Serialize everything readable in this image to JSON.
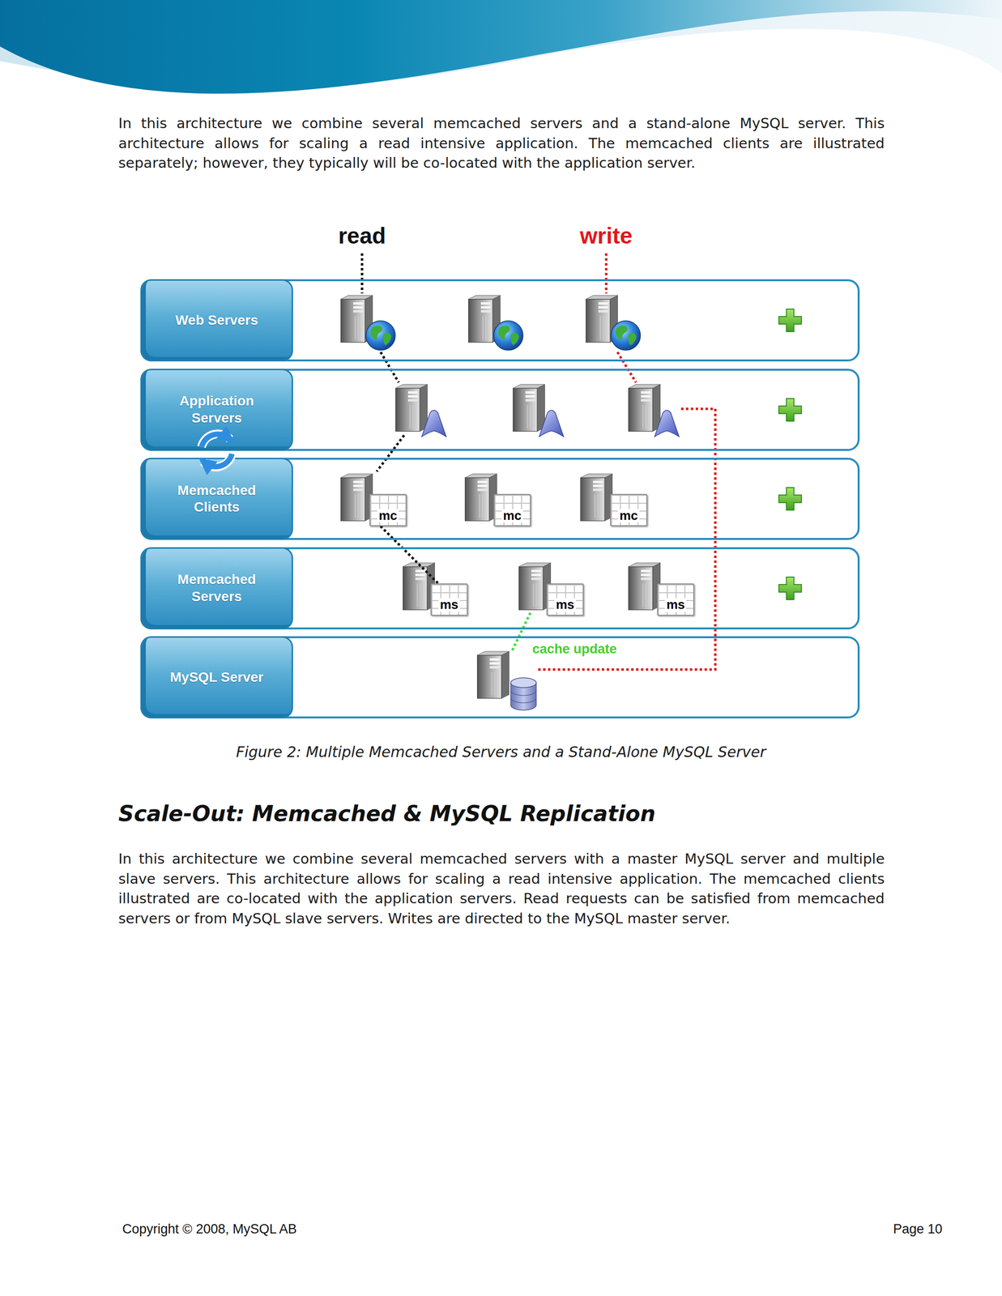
{
  "diagram": {
    "caption": "Figure 2: Multiple Memcached Servers and a Stand-Alone MySQL Server",
    "nodes": [
      {
        "text": [
          "Web Servers"
        ]
      },
      {
        "text": [
          "Application Servers"
        ]
      },
      {
        "text": [
          "Memcached Clients"
        ]
      },
      {
        "text": [
          "mc"
        ],
        "in": 2
      },
      {
        "text": [
          "mc"
        ],
        "in": 2
      },
      {
        "text": [
          "mc"
        ],
        "in": 2
      },
      {
        "text": [
          "Memcached Servers"
        ]
      },
      {
        "text": [
          "ms"
        ],
        "in": 6
      },
      {
        "text": [
          "ms"
        ],
        "in": 6
      },
      {
        "text": [
          "ms"
        ],
        "in": 6
      },
      {
        "text": [
          "MySQL Server"
        ]
      }
    ],
    "edges": [
      {
        "from": 3,
        "to": 7,
        "arrow": "none"
      }
    ],
    "labels": [
      "In this architecture we combine several memcached servers and a stand-alone MySQL server. This architecture allows for scaling a read intensive application. The memcached clients are illustrated separately; however, they typically will be co-located with the application server.",
      "read",
      "write",
      "cache update",
      "Scale-Out: Memcached & MySQL Replication",
      "In this architecture we combine several memcached servers with a master MySQL server and multiple slave servers. This architecture allows for scaling a read intensive application. The memcached clients illustrated are co-located with the application servers. Read requests can be satisfied from memcached servers or from MySQL slave servers. Writes are directed to the MySQL master server.",
      "Copyright © 2008, MySQL AB",
      "Page 10"
    ]
  }
}
